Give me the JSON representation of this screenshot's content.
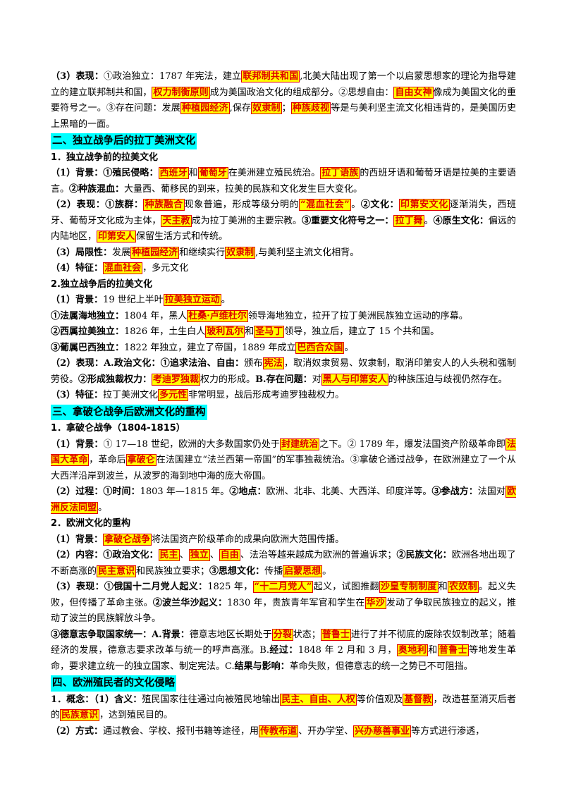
{
  "s1": {
    "p3": [
      "（3）表现：",
      "①政治独立：1787 年宪法，建立",
      "联邦制共和国",
      ",北美大陆出现了第一个以启蒙思想家的理论为指导建立的建立联邦制共和国，",
      "权力制衡原则",
      "成为美国政治文化的组成部分。②思想自由：",
      "自由女神",
      "像成为美国文化的重要符号之一。③存在问题：发展",
      "种植园经济",
      ",保存",
      "奴隶制",
      "；",
      "种族歧视",
      "等是与美利坚主流文化相违背的，是美国历史上黑暗的一面。"
    ]
  },
  "s2": {
    "heading": "二、独立战争后的拉丁美洲文化",
    "sub1": "1．独立战争前的拉美文化",
    "p1": [
      "（1）背景：",
      "①殖民侵略：",
      "西班牙",
      "和",
      "葡萄牙",
      "在美洲建立殖民统治。",
      "拉丁语族",
      "的西班牙语和葡萄牙语是拉美的主要语言。",
      "②种族混血：",
      "大量西、葡移民的到来，拉美的民族和文化发生巨大变化。"
    ],
    "p2": [
      "（2）表现：",
      "①族群：",
      "种族融合",
      "现象普遍，形成等级分明的",
      "“混血社会”",
      "。",
      "②文化：",
      "印第安文化",
      "逐渐消失，西班牙、葡萄牙文化成为主体，",
      "天主教",
      "成为拉丁美洲的主要宗教。",
      "③重要文化符号之一：",
      "拉丁舞",
      "。",
      "④原生文化：",
      "偏远的内陆地区，",
      "印第安人",
      "保留生活方式和传统。"
    ],
    "p3": [
      "（3）局限性：",
      "发展",
      "种植园经济",
      "和继续实行",
      "奴隶制",
      ",与美利坚主流文化相背。"
    ],
    "p4": [
      "（4）特征：",
      "混血社会",
      "，多元文化"
    ],
    "sub2": "2.独立战争后的拉美文化",
    "p5": [
      "（1）背景：",
      "19 世纪上半叶",
      "拉美独立运动",
      "。"
    ],
    "p6": [
      "①法属海地独立：",
      "1804 年，黑人",
      "杜桑·卢维杜尔",
      "领导海地独立，拉开了拉丁美洲民族独立运动的序幕。"
    ],
    "p7": [
      "②西属拉美独立：",
      "1826 年，土生白人",
      "玻利瓦尔",
      "和",
      "圣马丁",
      "领导，独立后，建立了 15 个共和国。"
    ],
    "p8": [
      "③葡属巴西独立：",
      "1822 年独立，建立了帝国，1889 年成立",
      "巴西合众国",
      "。"
    ],
    "p9": [
      "（2）表现：",
      "A.政治文化：",
      "①追求法治、自由：",
      "颁布",
      "宪法",
      "，取消奴隶贸易、奴隶制，取消印第安人的人头税和强制劳役。",
      "②形成独裁权力：",
      "考迪罗独裁",
      "权力的形成。",
      "B.存在问题：",
      "对",
      "黑人与印第安人",
      "的种族压迫与歧视仍然存在。"
    ],
    "p10": [
      "（3）特征：",
      "拉丁美洲文化",
      "多元性",
      "非常明显，战后形成考迪罗独裁权力。"
    ]
  },
  "s3": {
    "heading": "三、拿破仑战争后欧洲文化的重构",
    "sub1": "1．拿破仑战争（1804-1815）",
    "p1": [
      "（1）背景：",
      "① 17—18 世纪，欧洲的大多数国家仍处于",
      "封建统治",
      "之下。② 1789 年，爆发法国资产阶级革命即",
      "法国大革命",
      "，革命后",
      "拿破仑",
      "在法国建立“法兰西第一帝国”的军事独裁统治。③拿破仑通过战争，在欧洲建立了一个从大西洋沿岸到波兰，从波罗的海到地中海的庞大帝国。"
    ],
    "p2": [
      "（2）过程：",
      "①时间：",
      "1803 年—1815 年。",
      "②地点：",
      "欧洲、北非、北美、大西洋、印度洋等。",
      "③参战方：",
      "法国对",
      "欧洲反法同盟",
      "。"
    ],
    "sub2": "2．欧洲文化的重构",
    "p3": [
      "（1）背景：",
      "拿破仑战争",
      "将法国资产阶级革命的成果向欧洲大范围传播。"
    ],
    "p4": [
      "（2）内容：",
      "①政治文化：",
      "民主",
      "、",
      "独立",
      "、",
      "自由",
      "、法治等越来越成为欧洲的普遍诉求；",
      "②民族文化：",
      "欧洲各地出现了不断高涨的",
      "民主意识",
      "和民族独立要求；",
      "③思想文化：",
      "传播",
      "启蒙思想",
      "。"
    ],
    "p5": [
      "（3）表现：",
      "①俄国十二月党人起义：",
      "1825 年，",
      "“十二月党人”",
      "起义，试图推翻",
      "沙皇专制制度",
      "和",
      "农奴制",
      "。起义失败，但传播了革命主张。",
      "②波兰华沙起义：",
      "1830 年，贵族青年军官和学生在",
      "华沙",
      "发动了争取民族独立的起义，推动了波兰的民族解放斗争。"
    ],
    "p6": [
      "③德意志争取国家统一：",
      "A.背景：",
      "德意志地区长期处于",
      "分裂",
      "状态；",
      "普鲁士",
      "进行了并不彻底的废除农奴制改革；随着经济的发展，德意志要求改革与统一的呼声高涨。B.",
      "经过：",
      "1848 年 2 月和 3 月，",
      "奥地利",
      "和",
      "普鲁士",
      "等地发生革命，要求建立统一的独立国家、制定宪法。C.",
      "结果与影响：",
      "革命失败，但德意志的统一之势已不可阻挡。"
    ]
  },
  "s4": {
    "heading": "四、欧洲殖民者的文化侵略",
    "p1": [
      "1．概念：",
      "（1）含义：",
      "殖民国家往往通过向被殖民地输出",
      "民主、自由、人权",
      "等价值观及",
      "基督教",
      "，改造甚至消灭后者的",
      "民族意识",
      "，达到殖民目的。"
    ],
    "p2": [
      "（2）方式：",
      "通过教会、学校、报刊书籍等途径，用",
      "传教布道",
      "、开办学堂、",
      "兴办慈善事业",
      "等方式进行渗透，"
    ]
  }
}
